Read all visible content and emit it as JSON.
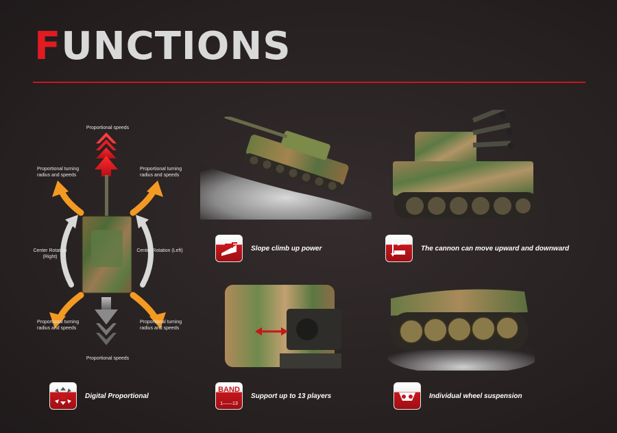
{
  "title": {
    "first_letter": "F",
    "rest": "UNCTIONS"
  },
  "diagram": {
    "top_speed": "Proportional speeds",
    "bottom_speed": "Proportional speeds",
    "turn_tl": "Proportional turning radius and speeds",
    "turn_tr": "Proportional turning radius and speeds",
    "turn_bl": "Proportional turning radius and speeds",
    "turn_br": "Proportional turning radius and speeds",
    "rot_right": "Center Rotation (Right)",
    "rot_left": "Center Rotation (Left)"
  },
  "features": {
    "slope": "Slope climb up power",
    "cannon": "The cannon can move upward and downward",
    "digital": "Digital Proportional",
    "band": "Support up to 13 players",
    "band_icon_top": "BAND",
    "band_icon_bottom": "1——13",
    "suspension": "Individual wheel suspension"
  },
  "colors": {
    "accent": "#e11b22",
    "rule": "#c8161d",
    "orange": "#f39a23",
    "arrow_red": "#d9151c"
  }
}
